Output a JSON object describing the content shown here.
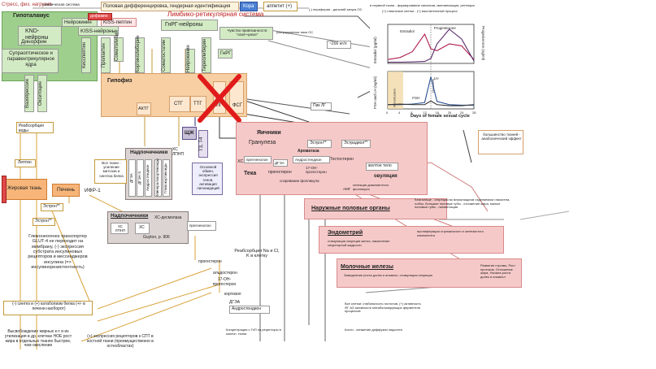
{
  "colors": {
    "hypothalamus": "#9fcf8d",
    "pituitary": "#f7cfa3",
    "ovary": "#f6c9c9",
    "liver": "#f7b57a",
    "fat": "#f7b57a",
    "adrenal": "#dcd4d2",
    "cross": "#e11b1b"
  },
  "top": {
    "stress": "Стресс, физ. нагрузки",
    "limbic_small": "лимбическая система",
    "gender": "Половая дифференцировка, гендерная идентификация",
    "cortex": "Кора",
    "appetite": "аппетит (+)",
    "limbic": "Лимбико-ретикулярная система",
    "dopamine": "дофамин"
  },
  "hypothalamus": {
    "title": "Гипоталамус",
    "neurokinin": "Нейрокинин",
    "kiss_peptin": "KISS-пептин",
    "knd": "KND-нейроны",
    "dynorphin": "Динорфин",
    "kiss_neurons": "KISS-нейроны",
    "grh_neurons": "ГнРГ-нейроны",
    "nuclei": "Супраоптическое и паравентрикулярное ядра",
    "sensitivity": "Чувство привязанности \"своё-чужое\"",
    "ultradian": "ультрадианные пики ОС",
    "grh": "ГнРГ"
  },
  "vertical_labels": [
    "Кисспептин",
    "Пролактин",
    "Соматолибин",
    "Кортиколиберин",
    "Соматостатин",
    "Тиреолиберин",
    "Вазопрессин",
    "Окситоцин",
    "Нейрокинин",
    "Дофамин"
  ],
  "pituitary": {
    "title": "Гипофиз",
    "acth": "АКТГ",
    "stg": "СТГ",
    "ttg": "ТТГ",
    "lg": "ЛГ",
    "fsg": "ФСГ",
    "thyroid": "ЩЖ",
    "t3t4": "Т3, Т4",
    "peak_lg": "Пик ЛГ",
    "pulse": "~200 нг/л"
  },
  "adrenal1": {
    "title": "Надпочечники",
    "xs": "ХС ЛПНП",
    "items": [
      "ДГЭА",
      "ДГЭА-S",
      "Андростендион",
      "Минералокортикоиды",
      "Глюкокортикоиды"
    ]
  },
  "adrenal2": {
    "title": "Надпочечники",
    "xs": "ХС ЛПНП",
    "xs2": "ХС",
    "desmolase": "ХС-десмолаза",
    "pregn": "прегненолон",
    "guyton": "Guyton, p. 906"
  },
  "tissues": {
    "all": "Все ткани - усиление митозов и синтеза белка",
    "bone": "Основной обмен, экспрессия генов, активация липоиидаций",
    "liver": "Печень",
    "igf": "ИФР-1",
    "fat": "Жировая ткань",
    "leptin": "Лептин",
    "estron": "Эстрон**",
    "estron2": "Эстрон**",
    "reabsorb": "Реабсорбция воды"
  },
  "ovary": {
    "title": "Яичники",
    "granulosa": "Гранулеза",
    "teca": "Тека",
    "xs": "ХС",
    "pregnenolon": "прегненолон",
    "dgea": "ДГЭА",
    "androstendion": "Андростендион",
    "testosteron": "Тестостерон",
    "aromatase": "Ароматаза",
    "estron": "Эстрон**",
    "estradiol": "Эстрадиол**",
    "progesteron": "прогестерон",
    "oh17": "17-OH-прогестерон",
    "maturation": "созревание фолликула",
    "yellow": "желтое тело",
    "ovulation": "овуляция",
    "selection": "селекция доминантного фолликула",
    "ing": "АМГ"
  },
  "organs": {
    "external": "Наружные половые органы",
    "endometrium": "Эндометрий",
    "mammary": "Молочные железы",
    "most_tissues": "большинство тканей - анаболический эффект",
    "external_desc": "Влагалище - секреция во влагалищном отделяемом гликогена, лобок, большие половые губы - отложение жира, малые половые губы - пигментация",
    "endo_desc": "пролиферация стромального и железистого компонента",
    "endo_desc2": "стимуляция секреции желез, накопление секреторной жидкости",
    "mam_desc": "Замедление роста долек и альвеол, стимуляция секреции",
    "mam_right": "Развитие стромы, Рост протоков, Отложение жира, Начала роста долек и альвеол"
  },
  "chart_data": {
    "type": "line",
    "xlabel": "Days of female sexual cycle",
    "x": [
      0,
      4,
      8,
      12,
      14,
      16,
      20,
      24,
      28
    ],
    "top_panel": {
      "ylabel_left": "Estradiol (pg/ml)",
      "ylabel_right": "Progesterone (ng/ml)",
      "series": [
        {
          "name": "Estradiol",
          "values": [
            40,
            60,
            120,
            300,
            150,
            130,
            200,
            180,
            40
          ]
        },
        {
          "name": "Progesterone",
          "values": [
            0.5,
            0.5,
            0.6,
            0.8,
            2,
            8,
            14,
            10,
            1
          ]
        }
      ]
    },
    "bottom_panel": {
      "ylabel": "FSH and LH (ng/ml)",
      "series": [
        {
          "name": "LH",
          "values": [
            8,
            8,
            9,
            12,
            60,
            14,
            8,
            7,
            7
          ]
        },
        {
          "name": "FSH",
          "values": [
            8,
            9,
            8,
            8,
            15,
            8,
            6,
            6,
            8
          ]
        }
      ]
    },
    "annotations": [
      "Menstruation",
      "Ovulation"
    ],
    "xticks": [
      0,
      4,
      8,
      12,
      16,
      20,
      24,
      28
    ]
  },
  "bottom": {
    "glut": "Глюконеогенез транспортер GLUT-4 не переходит на мембрану, (-) экспрессия субстрата инсулиновых рецепторов и мессенджеров инсулина (=> инсулинорезистентность)",
    "catabolism": "(-) синтез и (+) катаболизм белка (+/- в печени наоборот)",
    "lipolysis": "Высвобождение жирных к-т и их утилизация в др. клетках НОЕ рост жира в отдельных тканях быстрее, чем окисление",
    "receptor": "(+) экспрессия рецепторов к СПТ в костной ткани (преимущественно в остеобластах)",
    "na": "Реабсорбция Na и Cl, K в клетку",
    "aldost": "альдостерон",
    "progest": "прогестерон",
    "oh": "17-OH-прогестерон",
    "cortisol": "кортизол",
    "dgea": "ДГЭА",
    "androst": "Андростендион",
    "pregnen": "прегненолон",
    "conc": "Концентрация с ГнП на рецепторы в конечн. ткани",
    "all_cells": "Все клетки: стабильность гистонов, (+) активность ФГ АЗ активность мэтаболизирующих ферментов процессов",
    "bones": "Кости - снижение диффузии эндостея"
  },
  "right_top": {
    "n1": "(-) периферии - дальний запуск ОС",
    "n2": "в нервной ткани - формирование синапсов, миелинизация, ретенция",
    "n3": "(+) глиальные клетки - (+) мыслительный процесс"
  }
}
